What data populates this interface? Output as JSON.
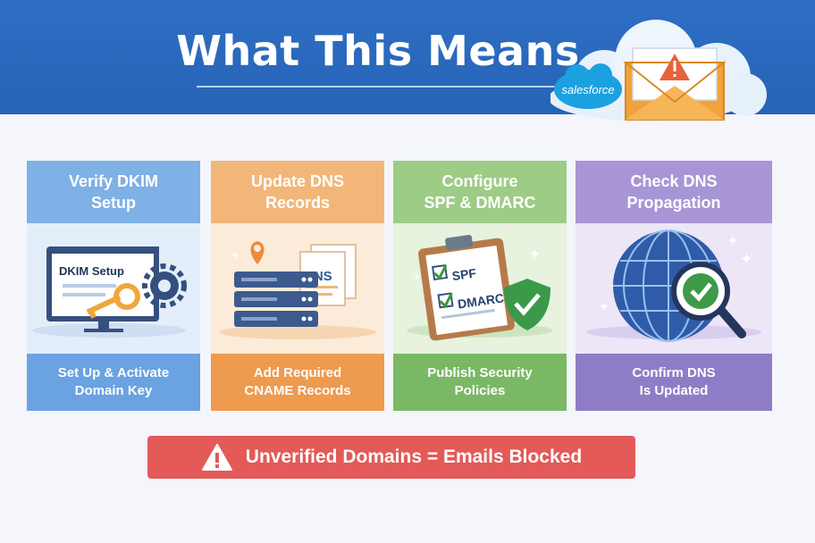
{
  "header": {
    "title": "What This Means",
    "brand_badge": "salesforce",
    "colors": {
      "banner": "#2563b6",
      "text": "#ffffff"
    }
  },
  "cards": [
    {
      "title": "Verify DKIM\nSetup",
      "illustration_label": "DKIM Setup",
      "illustration_icons": [
        "monitor-icon",
        "key-icon",
        "gear-icon"
      ],
      "caption": "Set Up & Activate\nDomain Key",
      "color": "#6aa2e2"
    },
    {
      "title": "Update DNS\nRecords",
      "illustration_label": "DNS",
      "illustration_icons": [
        "server-icon",
        "location-pin-icon",
        "document-icon"
      ],
      "caption": "Add Required\nCNAME Records",
      "color": "#ee9a4f"
    },
    {
      "title": "Configure\nSPF & DMARC",
      "illustration_labels": [
        "SPF",
        "DMARC"
      ],
      "illustration_icons": [
        "clipboard-icon",
        "shield-check-icon"
      ],
      "caption": "Publish Security\nPolicies",
      "color": "#7ab866"
    },
    {
      "title": "Check DNS\nPropagation",
      "illustration_icons": [
        "globe-icon",
        "magnifier-check-icon"
      ],
      "caption": "Confirm DNS\nIs Updated",
      "color": "#8f7cc7"
    }
  ],
  "warning": {
    "text": "Unverified Domains = Emails Blocked",
    "icon": "warning-triangle-icon",
    "color": "#e35a58"
  }
}
